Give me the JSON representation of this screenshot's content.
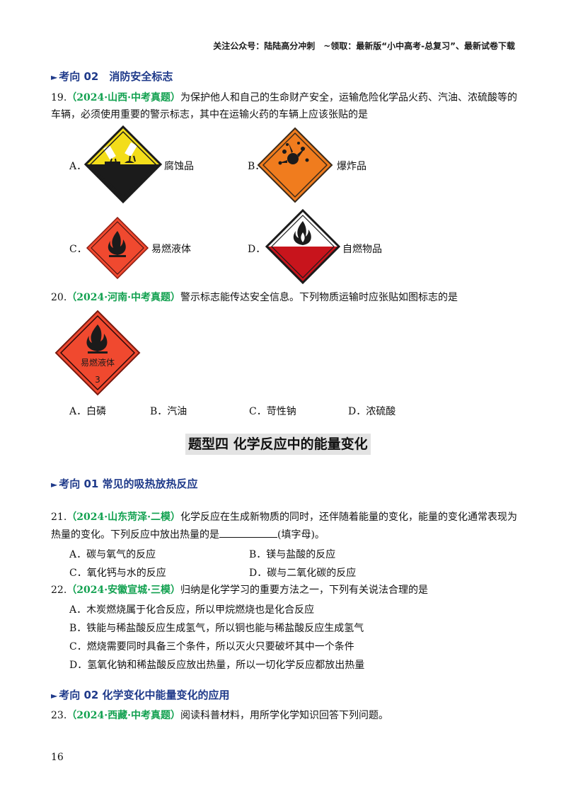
{
  "header": {
    "note": "关注公众号：陆陆高分冲刺　~领取：最新版“小中高考-总复习”、最新试卷下载"
  },
  "sections": {
    "s1": {
      "arrow": "►",
      "label": "考向 02　消防安全标志"
    },
    "s2": {
      "arrow": "►",
      "label": "考向 01  常见的吸热放热反应"
    },
    "s3": {
      "arrow": "►",
      "label": "考向 02  化学变化中能量变化的应用"
    }
  },
  "type_title": "题型四  化学反应中的能量变化",
  "q19": {
    "num": "19.",
    "source": "（2024·山西·中考真题）",
    "text1": "为保护他人和自己的生命财产安全，运输危险化学品火药、汽油、浓硫酸等的",
    "text2": "车辆，必须使用重要的警示标志，其中在运输火药的车辆上应该张贴的是",
    "options": [
      {
        "letter": "A．",
        "label": "腐蚀品"
      },
      {
        "letter": "B．",
        "label": "爆炸品"
      },
      {
        "letter": "C．",
        "label": "易燃液体"
      },
      {
        "letter": "D．",
        "label": "自燃物品"
      }
    ]
  },
  "q20": {
    "num": "20.",
    "source": "（2024·河南·中考真题）",
    "text": "警示标志能传达安全信息。下列物质运输时应张贴如图标志的是",
    "sign_text": "易燃液体",
    "sign_number": "3",
    "options": [
      {
        "letter": "A．",
        "label": "白磷"
      },
      {
        "letter": "B．",
        "label": "汽油"
      },
      {
        "letter": "C．",
        "label": "苛性钠"
      },
      {
        "letter": "D．",
        "label": "浓硫酸"
      }
    ]
  },
  "q21": {
    "num": "21.",
    "source": "（2024·山东菏泽·二模）",
    "text1": "化学反应在生成新物质的同时，还伴随着能量的变化，能量的变化通常表现为",
    "text2a": "热量的变化。下列反应中放出热量的是",
    "text2b": "(填字母)。",
    "options": [
      {
        "letter": "A．",
        "label": "碳与氧气的反应"
      },
      {
        "letter": "B．",
        "label": "镁与盐酸的反应"
      },
      {
        "letter": "C．",
        "label": "氧化钙与水的反应"
      },
      {
        "letter": "D．",
        "label": "碳与二氧化碳的反应"
      }
    ]
  },
  "q22": {
    "num": "22.",
    "source": "（2024·安徽宣城·三模）",
    "text": "归纳是化学学习的重要方法之一，下列有关说法合理的是",
    "options": [
      {
        "letter": "A．",
        "label": "木炭燃烧属于化合反应，所以甲烷燃烧也是化合反应"
      },
      {
        "letter": "B．",
        "label": "铁能与稀盐酸反应生成氢气，所以铜也能与稀盐酸反应生成氢气"
      },
      {
        "letter": "C．",
        "label": "燃烧需要同时具备三个条件，所以灭火只要破坏其中一个条件"
      },
      {
        "letter": "D．",
        "label": "氢氧化钠和稀盐酸反应放出热量，所以一切化学反应都放出热量"
      }
    ]
  },
  "q23": {
    "num": "23.",
    "source": "（2024·西藏·中考真题）",
    "text": "阅读科普材料，用所学化学知识回答下列问题。"
  },
  "page_number": "16",
  "colors": {
    "heading_blue": "#1f3a8a",
    "source_green": "#12a150",
    "corrosive_yellow": "#f3dd1a",
    "explosive_orange": "#f07c1e",
    "flammable_red": "#f0492f",
    "spontaneous_red": "#c8141c"
  }
}
